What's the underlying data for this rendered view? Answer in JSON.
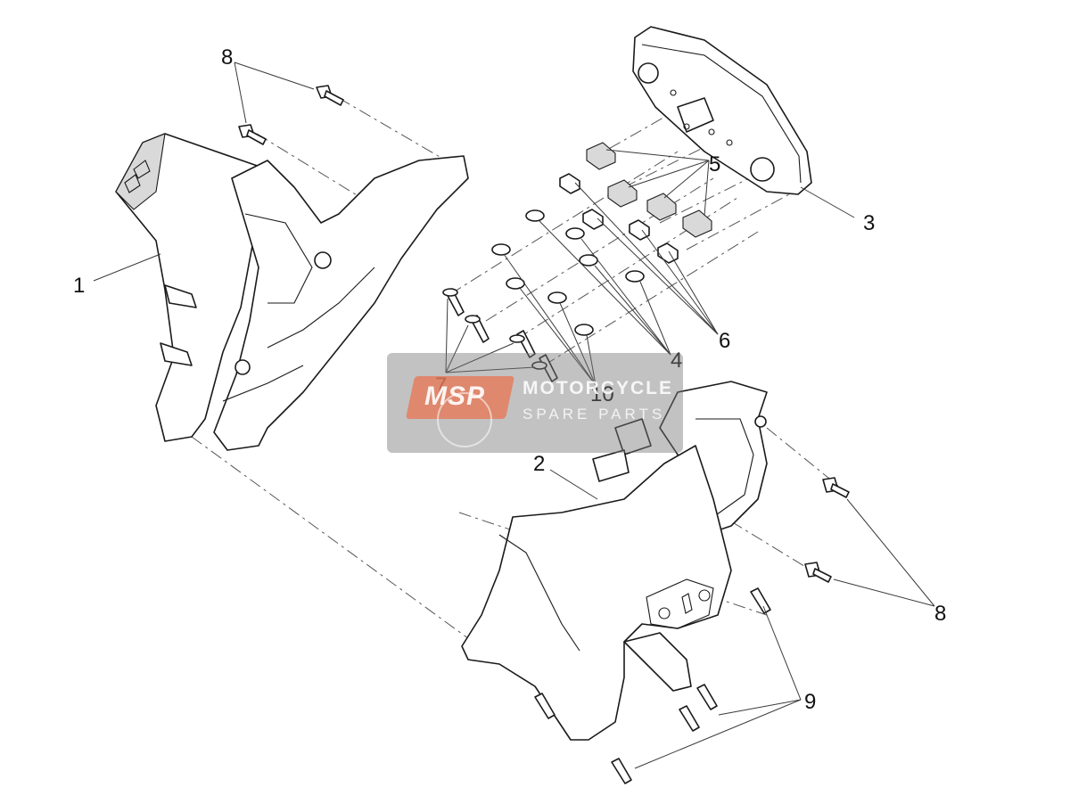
{
  "callouts": {
    "c1": "1",
    "c2": "2",
    "c3": "3",
    "c4": "4",
    "c5": "5",
    "c6": "6",
    "c7": "7",
    "c8a": "8",
    "c8b": "8",
    "c9": "9",
    "c10": "10"
  },
  "watermark": {
    "logo": "MSP",
    "title": "MOTORCYCLE",
    "subtitle": "SPARE PARTS"
  },
  "colors": {
    "line": "#1a1a1a",
    "watermark_bg": "#787878",
    "logo": "#e87450"
  }
}
